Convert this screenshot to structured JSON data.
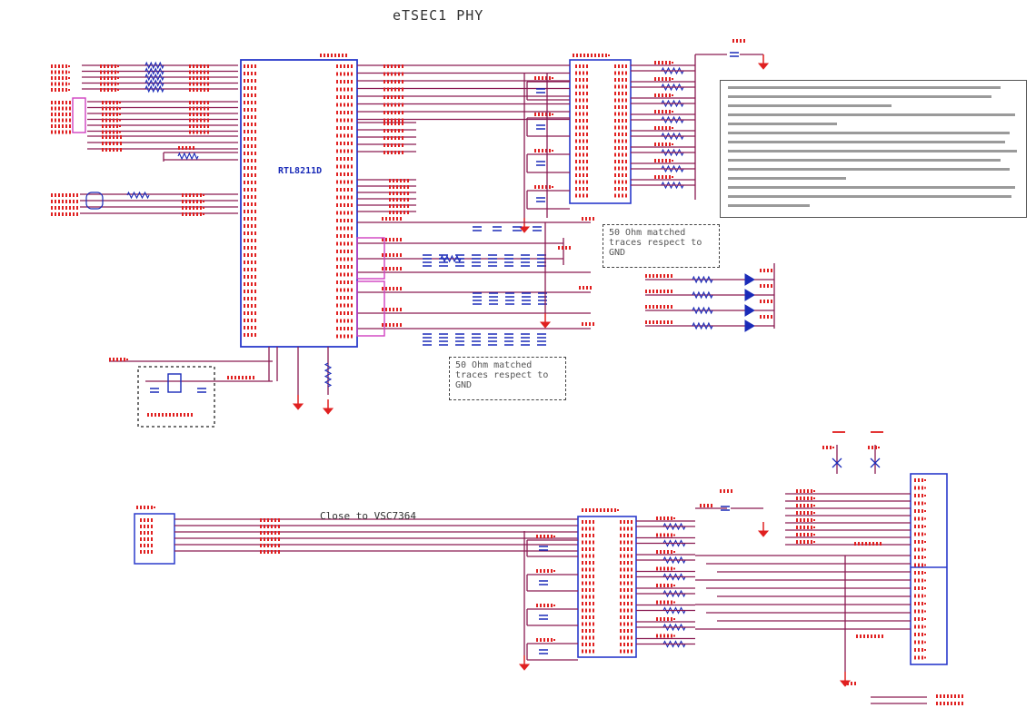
{
  "title": "eTSEC1 PHY",
  "chip_main_label": "RTL8211D",
  "note_right": "50 Ohm matched\ntraces respect to\nGND",
  "note_bottom": "50 Ohm matched\ntraces respect to\nGND",
  "close_label": "Close to VSC7364",
  "colors": {
    "wire": "#8a1a52",
    "label": "#e02020",
    "chip": "#2a3acb",
    "pink": "#d040c0"
  },
  "icons": [
    "ground-symbol",
    "resistor",
    "capacitor",
    "crystal"
  ]
}
